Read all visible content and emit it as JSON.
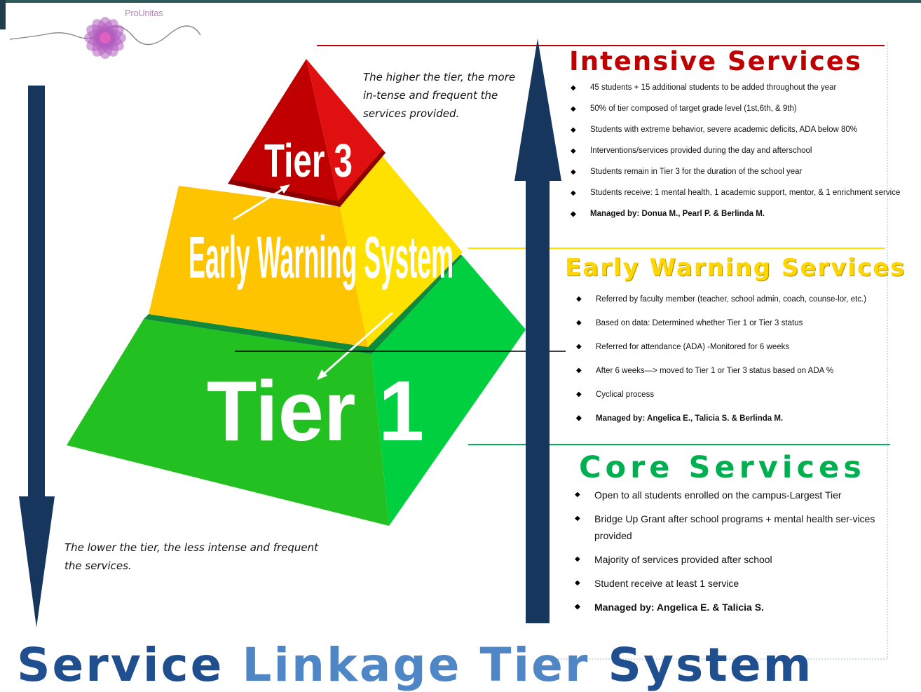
{
  "logo": {
    "text": "ProUnitas"
  },
  "notes": {
    "top": "The higher the tier, the more in-tense and frequent the services provided.",
    "bottom": "The lower the tier, the less intense and frequent the services."
  },
  "pyramid": {
    "tier3_label": "Tier 3",
    "middle_label": "Early Warning System",
    "tier1_label": "Tier 1"
  },
  "sections": {
    "intensive": {
      "title": "Intensive Services",
      "items": [
        "45 students + 15 additional students to be added throughout the year",
        "50% of tier composed of target grade level (1st,6th, & 9th)",
        "Students with extreme behavior, severe academic deficits, ADA below 80%",
        "Interventions/services provided during the day and afterschool",
        "Students remain in Tier 3 for the duration of the school year",
        "Students receive: 1 mental health, 1 academic support, mentor, & 1 enrichment service"
      ],
      "managed": "Managed by: Donua M., Pearl P. & Berlinda M."
    },
    "early_warning": {
      "title": "Early Warning Services",
      "items": [
        "Referred by faculty member (teacher, school admin, coach, counse-lor, etc.)",
        "Based on data: Determined whether Tier 1 or Tier 3 status",
        "Referred for attendance (ADA) -Monitored for 6 weeks",
        "After 6 weeks—> moved to Tier 1 or Tier 3 status based on ADA %",
        "Cyclical process"
      ],
      "managed": "Managed by: Angelica E., Talicia S. & Berlinda M."
    },
    "core": {
      "title": "Core Services",
      "items": [
        "Open to all students enrolled on the campus-Largest Tier",
        "Bridge Up Grant after school programs + mental health ser-vices provided",
        "Majority of services provided after school",
        "Student receive at least 1 service"
      ],
      "managed": "Managed by: Angelica E. & Talicia S."
    }
  },
  "footer": {
    "w1": "Service",
    "w2": "Linkage",
    "w3": "Tier",
    "w4": "System"
  },
  "colors": {
    "tier3": "#c00000",
    "early_warning": "#ffd600",
    "tier1": "#00c040",
    "arrow": "#17365d"
  }
}
